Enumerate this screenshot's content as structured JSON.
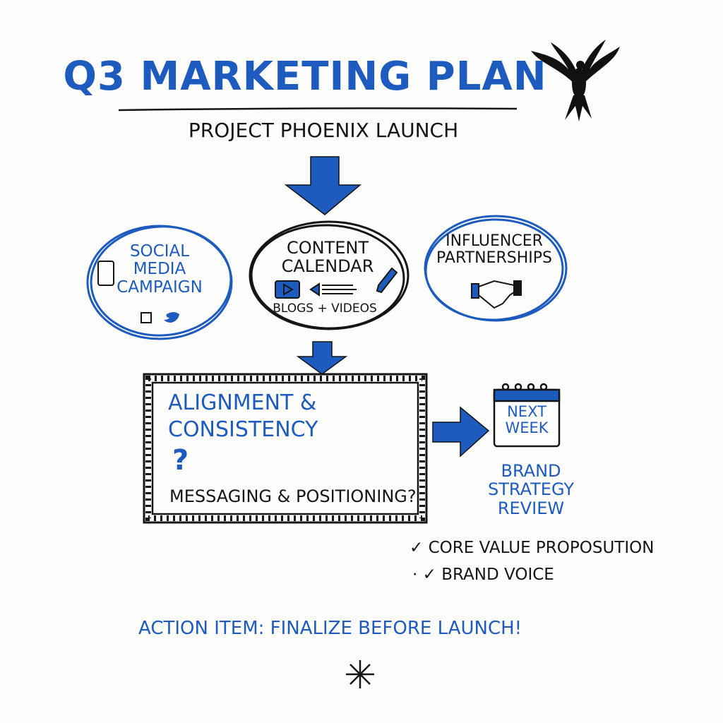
{
  "colors": {
    "accent_blue": "#1d5bbf",
    "ink": "#151515",
    "background": "#fdfdfc"
  },
  "header": {
    "title": "Q3 Marketing Plan",
    "subtitle": "Project Phoenix Launch",
    "logo_icon": "phoenix-icon"
  },
  "nodes": {
    "social": {
      "label_lines": [
        "Social",
        "Media",
        "Campaign"
      ],
      "icons": [
        "phone-icon",
        "blog-icon",
        "twitter-icon"
      ]
    },
    "content": {
      "label_lines": [
        "Content",
        "Calendar"
      ],
      "caption": "Blogs + Videos",
      "icons": [
        "video-play-icon",
        "text-lines-icon",
        "pen-icon"
      ]
    },
    "influencer": {
      "label_lines": [
        "Influencer",
        "Partnerships"
      ],
      "icons": [
        "handshake-icon"
      ]
    }
  },
  "alignment_box": {
    "title_lines": [
      "Alignment &",
      "Consistency"
    ],
    "question_mark": "?",
    "question": "Messaging & Positioning?"
  },
  "review": {
    "calendar_lines": [
      "Next",
      "Week"
    ],
    "label_lines": [
      "Brand",
      "Strategy",
      "Review"
    ],
    "checklist": [
      {
        "prefix": "",
        "text": "Core Value Proposution",
        "checked": true
      },
      {
        "prefix": "·",
        "text": "Brand Voice",
        "checked": true
      }
    ]
  },
  "footer": {
    "action": "Action Item: Finalize before launch!",
    "end_icon": "asterisk-icon"
  }
}
